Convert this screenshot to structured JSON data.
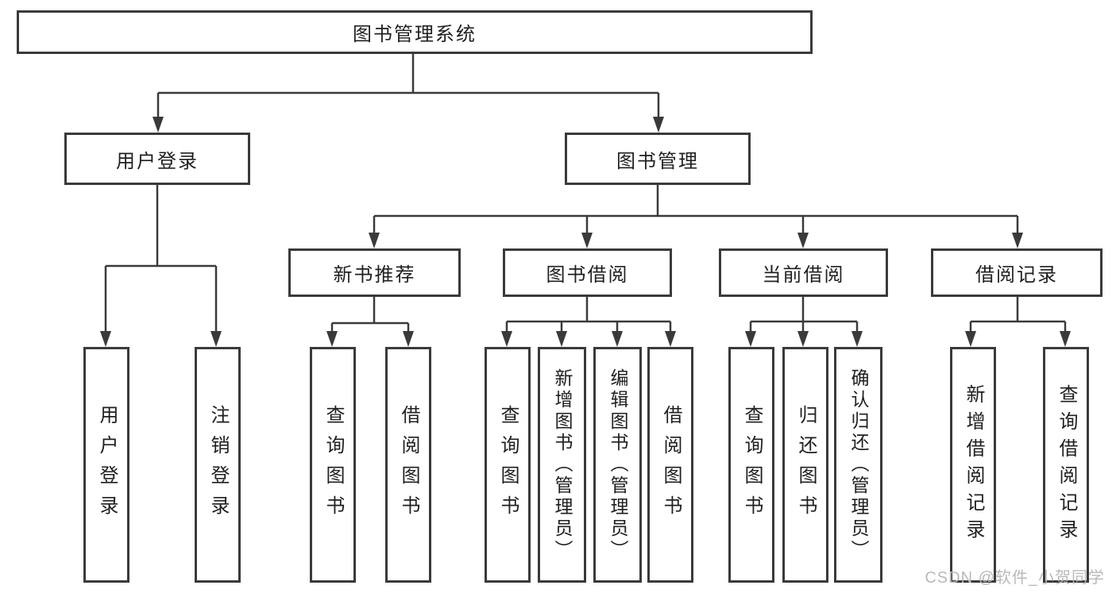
{
  "diagram": {
    "type": "hierarchy-tree",
    "colors": {
      "line": "#3a3a3a",
      "box_border": "#3a3a3a",
      "text": "#1f1f1f",
      "background": "#ffffff",
      "watermark": "#b9b9b9"
    },
    "tree": {
      "label": "图书管理系统",
      "children": [
        {
          "label": "用户登录",
          "children": [
            {
              "label": "用户登录"
            },
            {
              "label": "注销登录"
            }
          ]
        },
        {
          "label": "图书管理",
          "children": [
            {
              "label": "新书推荐",
              "children": [
                {
                  "label": "查询图书"
                },
                {
                  "label": "借阅图书"
                }
              ]
            },
            {
              "label": "图书借阅",
              "children": [
                {
                  "label": "查询图书"
                },
                {
                  "label": "新增图书（管理员）"
                },
                {
                  "label": "编辑图书（管理员）"
                },
                {
                  "label": "借阅图书"
                }
              ]
            },
            {
              "label": "当前借阅",
              "children": [
                {
                  "label": "查询图书"
                },
                {
                  "label": "归还图书"
                },
                {
                  "label": "确认归还（管理员）"
                }
              ]
            },
            {
              "label": "借阅记录",
              "children": [
                {
                  "label": "新增借阅记录"
                },
                {
                  "label": "查询借阅记录"
                }
              ]
            }
          ]
        }
      ]
    },
    "watermark": "CSDN @软件_小贺同学"
  }
}
